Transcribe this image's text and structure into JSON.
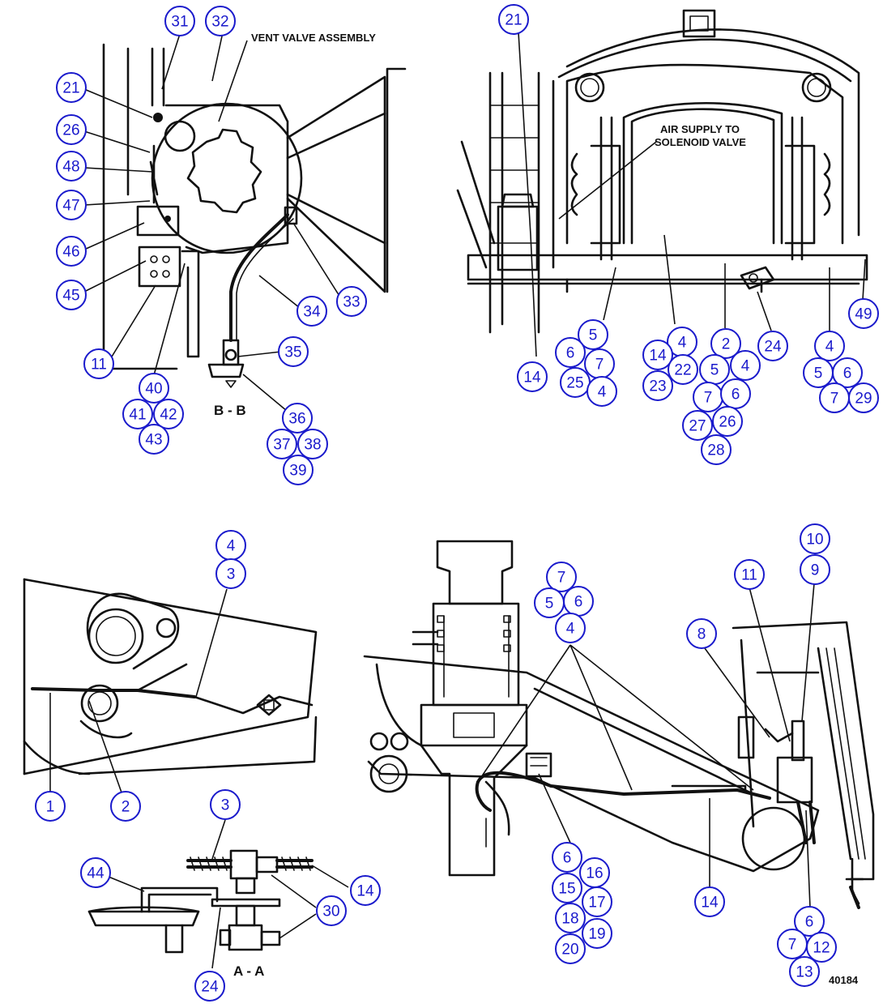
{
  "labels": {
    "vent_valve_assembly": "VENT VALVE ASSEMBLY",
    "air_supply_line1": "AIR SUPPLY TO",
    "air_supply_line2": "SOLENOID VALVE",
    "section_bb": "B - B",
    "section_aa": "A - A",
    "drawing_id": "40184"
  },
  "callouts": [
    {
      "id": "c-31",
      "label": "31"
    },
    {
      "id": "c-32",
      "label": "32"
    },
    {
      "id": "c-21a",
      "label": "21"
    },
    {
      "id": "c-26a",
      "label": "26"
    },
    {
      "id": "c-48",
      "label": "48"
    },
    {
      "id": "c-47",
      "label": "47"
    },
    {
      "id": "c-46",
      "label": "46"
    },
    {
      "id": "c-45",
      "label": "45"
    },
    {
      "id": "c-11a",
      "label": "11"
    },
    {
      "id": "c-40",
      "label": "40"
    },
    {
      "id": "c-41",
      "label": "41"
    },
    {
      "id": "c-42",
      "label": "42"
    },
    {
      "id": "c-43",
      "label": "43"
    },
    {
      "id": "c-34",
      "label": "34"
    },
    {
      "id": "c-33",
      "label": "33"
    },
    {
      "id": "c-35",
      "label": "35"
    },
    {
      "id": "c-36",
      "label": "36"
    },
    {
      "id": "c-37",
      "label": "37"
    },
    {
      "id": "c-38",
      "label": "38"
    },
    {
      "id": "c-39",
      "label": "39"
    },
    {
      "id": "c-21b",
      "label": "21"
    },
    {
      "id": "c-14a",
      "label": "14"
    },
    {
      "id": "c-5a",
      "label": "5"
    },
    {
      "id": "c-6a",
      "label": "6"
    },
    {
      "id": "c-7a",
      "label": "7"
    },
    {
      "id": "c-25",
      "label": "25"
    },
    {
      "id": "c-4a",
      "label": "4"
    },
    {
      "id": "c-4b",
      "label": "4"
    },
    {
      "id": "c-14b",
      "label": "14"
    },
    {
      "id": "c-22",
      "label": "22"
    },
    {
      "id": "c-23",
      "label": "23"
    },
    {
      "id": "c-2a",
      "label": "2"
    },
    {
      "id": "c-5b",
      "label": "5"
    },
    {
      "id": "c-4c",
      "label": "4"
    },
    {
      "id": "c-7b",
      "label": "7"
    },
    {
      "id": "c-6b",
      "label": "6"
    },
    {
      "id": "c-27",
      "label": "27"
    },
    {
      "id": "c-26b",
      "label": "26"
    },
    {
      "id": "c-28",
      "label": "28"
    },
    {
      "id": "c-24a",
      "label": "24"
    },
    {
      "id": "c-4d",
      "label": "4"
    },
    {
      "id": "c-5c",
      "label": "5"
    },
    {
      "id": "c-6c",
      "label": "6"
    },
    {
      "id": "c-7c",
      "label": "7"
    },
    {
      "id": "c-29",
      "label": "29"
    },
    {
      "id": "c-49",
      "label": "49"
    },
    {
      "id": "c-4e",
      "label": "4"
    },
    {
      "id": "c-3a",
      "label": "3"
    },
    {
      "id": "c-1",
      "label": "1"
    },
    {
      "id": "c-2b",
      "label": "2"
    },
    {
      "id": "c-3b",
      "label": "3"
    },
    {
      "id": "c-44",
      "label": "44"
    },
    {
      "id": "c-14c",
      "label": "14"
    },
    {
      "id": "c-30",
      "label": "30"
    },
    {
      "id": "c-24b",
      "label": "24"
    },
    {
      "id": "c-7d",
      "label": "7"
    },
    {
      "id": "c-5d",
      "label": "5"
    },
    {
      "id": "c-6d",
      "label": "6"
    },
    {
      "id": "c-4f",
      "label": "4"
    },
    {
      "id": "c-6e",
      "label": "6"
    },
    {
      "id": "c-16",
      "label": "16"
    },
    {
      "id": "c-15",
      "label": "15"
    },
    {
      "id": "c-17",
      "label": "17"
    },
    {
      "id": "c-18",
      "label": "18"
    },
    {
      "id": "c-19",
      "label": "19"
    },
    {
      "id": "c-20",
      "label": "20"
    },
    {
      "id": "c-14d",
      "label": "14"
    },
    {
      "id": "c-10",
      "label": "10"
    },
    {
      "id": "c-9",
      "label": "9"
    },
    {
      "id": "c-11b",
      "label": "11"
    },
    {
      "id": "c-8",
      "label": "8"
    },
    {
      "id": "c-6f",
      "label": "6"
    },
    {
      "id": "c-7e",
      "label": "7"
    },
    {
      "id": "c-12",
      "label": "12"
    },
    {
      "id": "c-13",
      "label": "13"
    }
  ]
}
